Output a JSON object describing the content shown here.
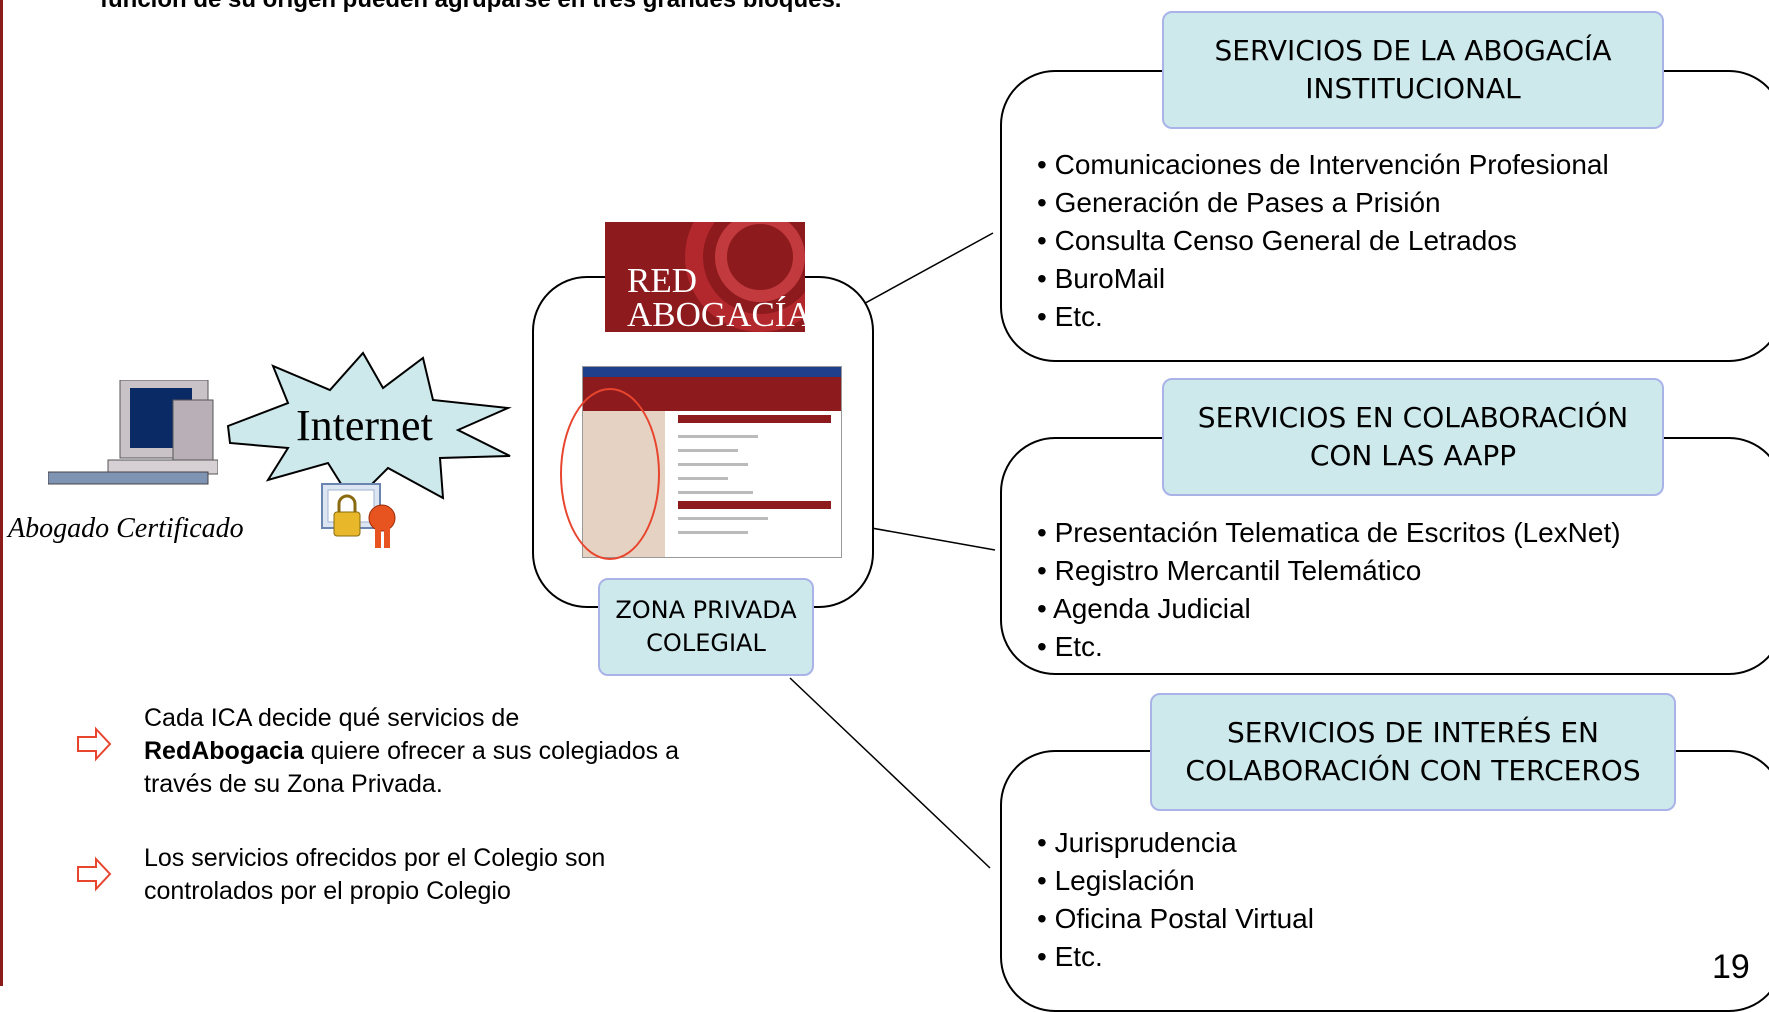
{
  "intro_text": "función de su origen pueden agruparse en tres grandes bloques.",
  "internet": {
    "label": "Internet"
  },
  "user": {
    "caption": "Abogado Certificado"
  },
  "logo": {
    "line1": "RED",
    "line2": "ABOGACÍA"
  },
  "zona": {
    "line1": "ZONA PRIVADA",
    "line2": "COLEGIAL"
  },
  "blocks": [
    {
      "title_line1": "SERVICIOS DE LA ABOGACÍA",
      "title_line2": "INSTITUCIONAL",
      "items": [
        "Comunicaciones de Intervención Profesional",
        "Generación de Pases a Prisión",
        "Consulta Censo General de Letrados",
        "BuroMail",
        "Etc."
      ]
    },
    {
      "title_line1": "SERVICIOS EN COLABORACIÓN",
      "title_line2": "CON LAS AAPP",
      "items": [
        "Presentación Telematica de Escritos (LexNet)",
        "Registro Mercantil Telemático",
        "Agenda Judicial",
        "Etc."
      ]
    },
    {
      "title_line1": "SERVICIOS DE INTERÉS EN",
      "title_line2": "COLABORACIÓN CON TERCEROS",
      "items": [
        "Jurisprudencia",
        "Legislación",
        "Oficina Postal Virtual",
        "Etc."
      ]
    }
  ],
  "notes": [
    {
      "text_a": "Cada ICA decide qué servicios de ",
      "bold": "RedAbogacia",
      "text_b": " quiere ofrecer a sus colegiados a través de su Zona Privada."
    },
    {
      "text_a": "Los servicios ofrecidos por el Colegio son controlados por el propio Colegio",
      "bold": "",
      "text_b": ""
    }
  ],
  "page_number": "19",
  "colors": {
    "tag_fill": "#cde9ec",
    "tag_border": "#a9b3e8",
    "logo_red": "#8d1a1d",
    "oval": "#e8452f",
    "note_arrow": "#e8452f"
  },
  "icons": [
    "computer-icon",
    "certificate-icon",
    "note-arrow-icon",
    "internet-burst-icon"
  ]
}
